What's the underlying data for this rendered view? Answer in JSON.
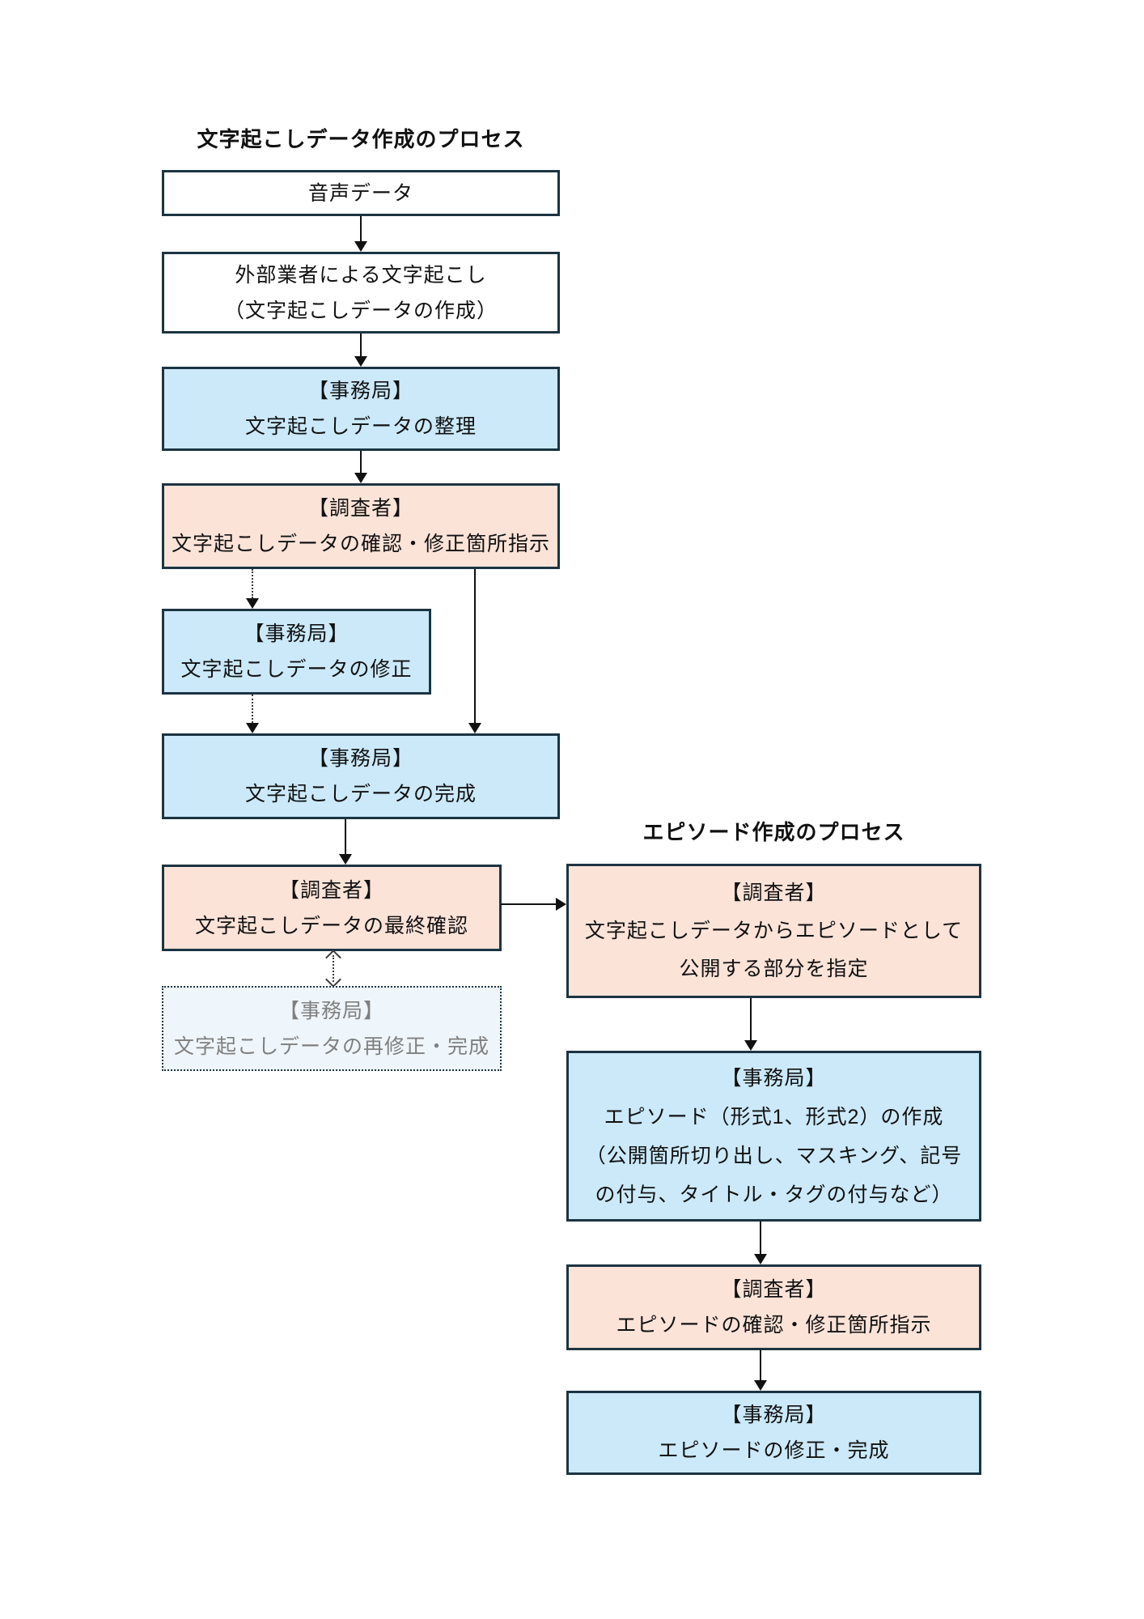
{
  "colors": {
    "box_border": "#1c3442",
    "blue_fill": "#cbe9f9",
    "pink_fill": "#fbe3d8",
    "tentative_fill": "#eef6fb",
    "tentative_text": "#7f7f7f",
    "arrow": "#111111"
  },
  "flow1": {
    "title": "文字起こしデータ作成のプロセス",
    "boxes": {
      "audio": {
        "lines": [
          "音声データ"
        ]
      },
      "vendor": {
        "lines": [
          "外部業者による文字起こし",
          "（文字起こしデータの作成）"
        ]
      },
      "seiri": {
        "lines": [
          "【事務局】",
          "文字起こしデータの整理"
        ]
      },
      "kakunin": {
        "lines": [
          "【調査者】",
          "文字起こしデータの確認・修正箇所指示"
        ]
      },
      "shusei": {
        "lines": [
          "【事務局】",
          "文字起こしデータの修正"
        ]
      },
      "kansei": {
        "lines": [
          "【事務局】",
          "文字起こしデータの完成"
        ]
      },
      "saishu": {
        "lines": [
          "【調査者】",
          "文字起こしデータの最終確認"
        ]
      },
      "saishusei": {
        "lines": [
          "【事務局】",
          "文字起こしデータの再修正・完成"
        ]
      }
    }
  },
  "flow2": {
    "title": "エピソード作成のプロセス",
    "boxes": {
      "shitei": {
        "lines": [
          "【調査者】",
          "文字起こしデータからエピソードとして",
          "公開する部分を指定"
        ]
      },
      "sakusei": {
        "lines": [
          "【事務局】",
          "エピソード（形式1、形式2）の作成",
          "（公開箇所切り出し、マスキング、記号",
          "の付与、タイトル・タグの付与など）"
        ]
      },
      "ep_kakunin": {
        "lines": [
          "【調査者】",
          "エピソードの確認・修正箇所指示"
        ]
      },
      "ep_kansei": {
        "lines": [
          "【事務局】",
          "エピソードの修正・完成"
        ]
      }
    }
  }
}
